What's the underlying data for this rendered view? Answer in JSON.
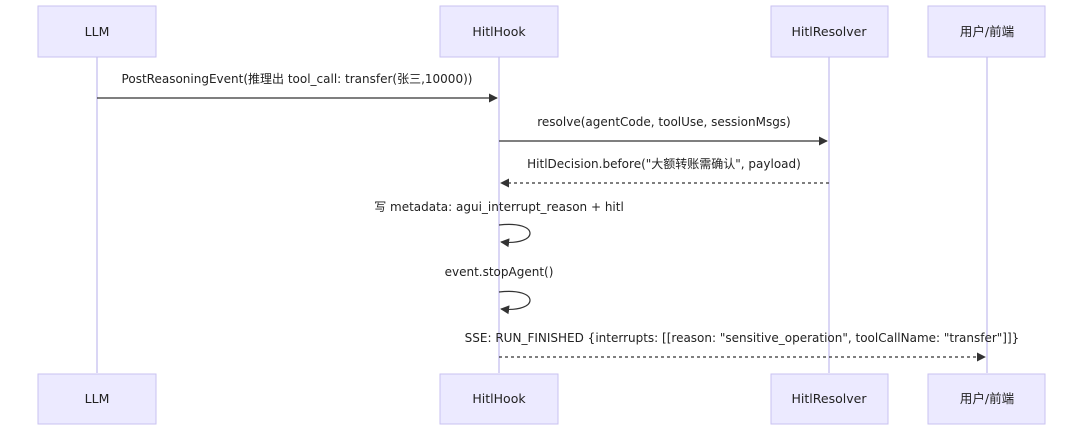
{
  "actors": [
    {
      "id": "llm",
      "label": "LLM"
    },
    {
      "id": "hitlhook",
      "label": "HitlHook"
    },
    {
      "id": "hitlresolver",
      "label": "HitlResolver"
    },
    {
      "id": "frontend",
      "label": "用户/前端"
    }
  ],
  "messages": [
    {
      "from": "llm",
      "to": "hitlhook",
      "style": "solid",
      "label": "PostReasoningEvent(推理出 tool_call: transfer(张三,10000))"
    },
    {
      "from": "hitlhook",
      "to": "hitlresolver",
      "style": "solid",
      "label": "resolve(agentCode, toolUse, sessionMsgs)"
    },
    {
      "from": "hitlresolver",
      "to": "hitlhook",
      "style": "dashed",
      "label": "HitlDecision.before(\"大额转账需确认\", payload)"
    },
    {
      "from": "hitlhook",
      "to": "hitlhook",
      "style": "solid",
      "label": "写 metadata: agui_interrupt_reason + hitl"
    },
    {
      "from": "hitlhook",
      "to": "hitlhook",
      "style": "solid",
      "label": "event.stopAgent()"
    },
    {
      "from": "hitlhook",
      "to": "frontend",
      "style": "dashed",
      "label": "SSE: RUN_FINISHED {interrupts: [[reason: \"sensitive_operation\", toolCallName: \"transfer\"]]}"
    }
  ]
}
